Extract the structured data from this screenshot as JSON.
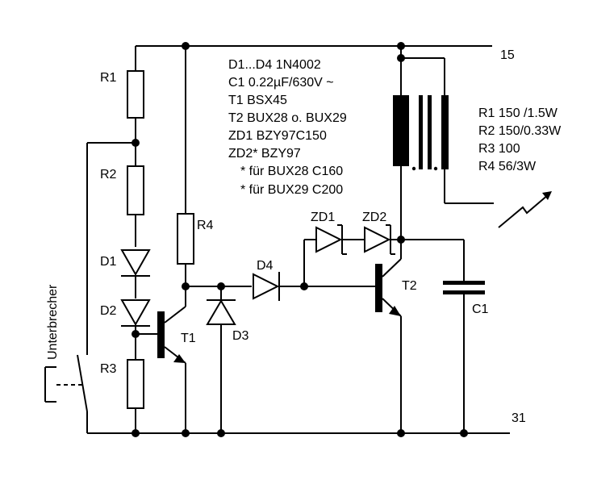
{
  "terminals": {
    "top": "15",
    "bottom": "31"
  },
  "labels": {
    "r1": "R1",
    "r2": "R2",
    "r3": "R3",
    "r4": "R4",
    "d1": "D1",
    "d2": "D2",
    "d3": "D3",
    "d4": "D4",
    "zd1": "ZD1",
    "zd2": "ZD2",
    "t1": "T1",
    "t2": "T2",
    "c1": "C1",
    "switch": "Unterbrecher"
  },
  "parts_list": [
    "D1...D4 1N4002",
    "C1 0.22µF/630V ~",
    "T1 BSX45",
    "T2 BUX28 o. BUX29",
    "ZD1 BZY97C150",
    "ZD2* BZY97",
    "* für BUX28 C160",
    "* für BUX29 C200"
  ],
  "resistor_values": [
    "R1 150 /1.5W",
    "R2 150/0.33W",
    "R3 100",
    "R4 56/3W"
  ]
}
